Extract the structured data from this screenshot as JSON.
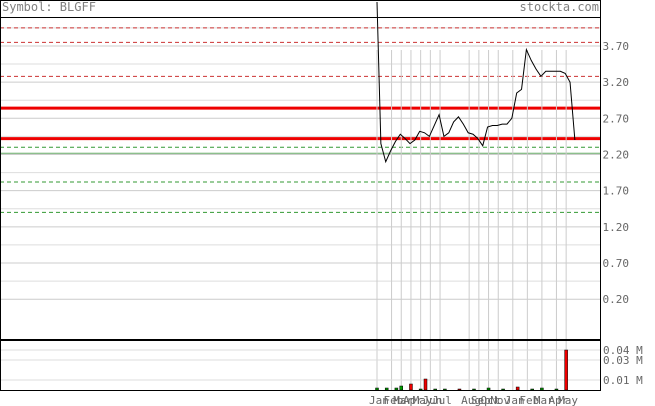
{
  "header": {
    "symbol_text": "Symbol: BLGFF",
    "site_text": "stockta.com"
  },
  "chart_data": {
    "type": "line",
    "price": {
      "ylim": [
        -0.35,
        4.1
      ],
      "ticks": [
        0.2,
        0.7,
        1.2,
        1.7,
        2.2,
        2.7,
        3.2,
        3.7
      ],
      "tick_labels": [
        "0.20",
        "0.70",
        "1.20",
        "1.70",
        "2.20",
        "2.70",
        "3.20",
        "3.70"
      ],
      "series": [
        2.35,
        2.1,
        2.25,
        2.38,
        2.48,
        2.42,
        2.35,
        2.4,
        2.52,
        2.5,
        2.45,
        2.6,
        2.75,
        2.45,
        2.5,
        2.65,
        2.72,
        2.62,
        2.5,
        2.48,
        2.42,
        2.32,
        2.58,
        2.6,
        2.6,
        2.62,
        2.62,
        2.7,
        3.05,
        3.1,
        3.65,
        3.5,
        3.38,
        3.28,
        3.35,
        3.35,
        3.35,
        3.35,
        3.32,
        3.2,
        2.4
      ]
    },
    "resistance_lines": [
      2.85,
      3.75,
      3.95,
      3.28
    ],
    "support_lines": [
      2.3,
      1.82,
      1.4
    ],
    "strong_lines": [
      2.84,
      2.42
    ],
    "support_solid": [
      2.3
    ],
    "volume": {
      "ylim": [
        0,
        0.05
      ],
      "ticks": [
        0.01,
        0.03,
        0.04
      ],
      "tick_labels": [
        "0.01 M",
        "0.03 M",
        "0.04 M"
      ],
      "bars": [
        {
          "i": 0,
          "v": 0.002,
          "c": "green"
        },
        {
          "i": 2,
          "v": 0.002,
          "c": "green"
        },
        {
          "i": 4,
          "v": 0.002,
          "c": "green"
        },
        {
          "i": 5,
          "v": 0.004,
          "c": "green"
        },
        {
          "i": 7,
          "v": 0.006,
          "c": "red"
        },
        {
          "i": 9,
          "v": 0.001,
          "c": "green"
        },
        {
          "i": 10,
          "v": 0.011,
          "c": "red"
        },
        {
          "i": 12,
          "v": 0.001,
          "c": "green"
        },
        {
          "i": 14,
          "v": 0.001,
          "c": "green"
        },
        {
          "i": 17,
          "v": 0.001,
          "c": "red"
        },
        {
          "i": 20,
          "v": 0.001,
          "c": "green"
        },
        {
          "i": 23,
          "v": 0.002,
          "c": "green"
        },
        {
          "i": 26,
          "v": 0.001,
          "c": "green"
        },
        {
          "i": 29,
          "v": 0.003,
          "c": "red"
        },
        {
          "i": 32,
          "v": 0.001,
          "c": "green"
        },
        {
          "i": 34,
          "v": 0.002,
          "c": "green"
        },
        {
          "i": 37,
          "v": 0.001,
          "c": "green"
        },
        {
          "i": 39,
          "v": 0.04,
          "c": "red"
        }
      ]
    },
    "x_labels": [
      {
        "i": 0,
        "text": "Jan"
      },
      {
        "i": 3,
        "text": "Feb"
      },
      {
        "i": 5,
        "text": "Mar"
      },
      {
        "i": 7,
        "text": "Apr"
      },
      {
        "i": 9,
        "text": "May"
      },
      {
        "i": 11,
        "text": "Jun"
      },
      {
        "i": 13,
        "text": "Jul"
      },
      {
        "i": 19,
        "text": "Aug"
      },
      {
        "i": 21,
        "text": "Sep"
      },
      {
        "i": 23,
        "text": "Oct"
      },
      {
        "i": 25,
        "text": "Nov"
      },
      {
        "i": 28,
        "text": "Jan"
      },
      {
        "i": 31,
        "text": "Feb"
      },
      {
        "i": 34,
        "text": "Mar"
      },
      {
        "i": 37,
        "text": "Apr"
      },
      {
        "i": 39,
        "text": "May"
      }
    ]
  }
}
